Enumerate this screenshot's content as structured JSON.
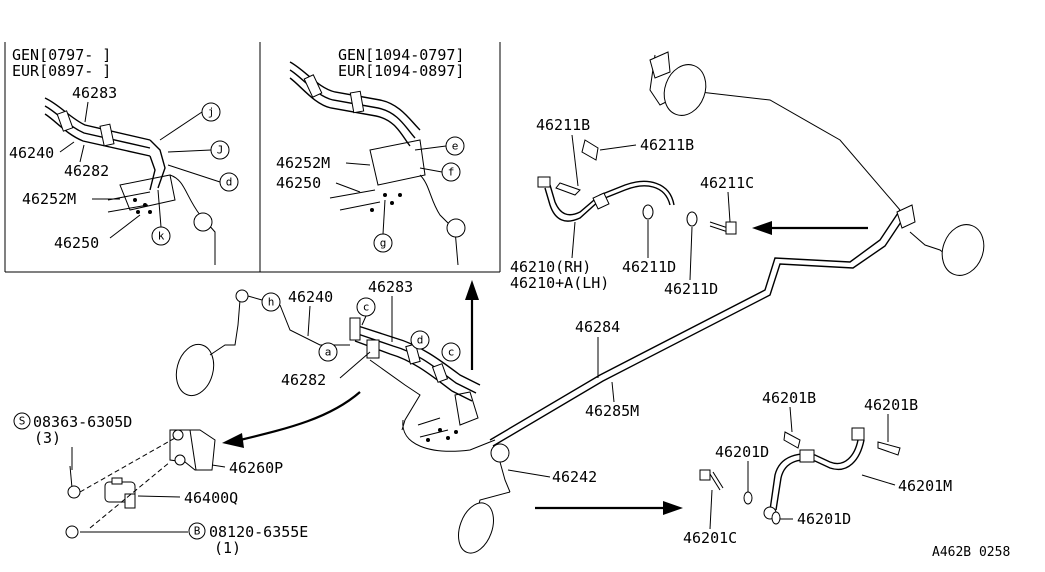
{
  "inset_left": {
    "ranges": [
      "GEN[0797-    ]",
      "EUR[0897-    ]"
    ],
    "parts": [
      "46283",
      "46240",
      "46282",
      "46252M",
      "46250"
    ],
    "refs": [
      "j",
      "J",
      "d",
      "k"
    ]
  },
  "inset_right": {
    "ranges": [
      "GEN[1094-0797]",
      "EUR[1094-0897]"
    ],
    "parts": [
      "46252M",
      "46250"
    ],
    "refs": [
      "e",
      "f",
      "g"
    ]
  },
  "front_hose": {
    "parts": [
      "46211B",
      "46211B",
      "46211C",
      "46210(RH)",
      "46210+A(LH)",
      "46211D",
      "46211D"
    ]
  },
  "main": {
    "parts": [
      "46240",
      "46283",
      "46282",
      "46284",
      "46285M",
      "46242"
    ],
    "refs": [
      "h",
      "c",
      "d",
      "c",
      "a"
    ]
  },
  "valve": {
    "screw_marker": "S",
    "screw_part": "08363-6305D",
    "screw_qty": "(3)",
    "bolt_marker": "B",
    "bolt_part": "08120-6355E",
    "bolt_qty": "(1)",
    "bracket": "46260P",
    "valve_part": "46400Q"
  },
  "rear_hose": {
    "parts": [
      "46201B",
      "46201B",
      "46201D",
      "46201M",
      "46201C",
      "46201D"
    ]
  },
  "footer": {
    "code": "A462B 0258"
  }
}
